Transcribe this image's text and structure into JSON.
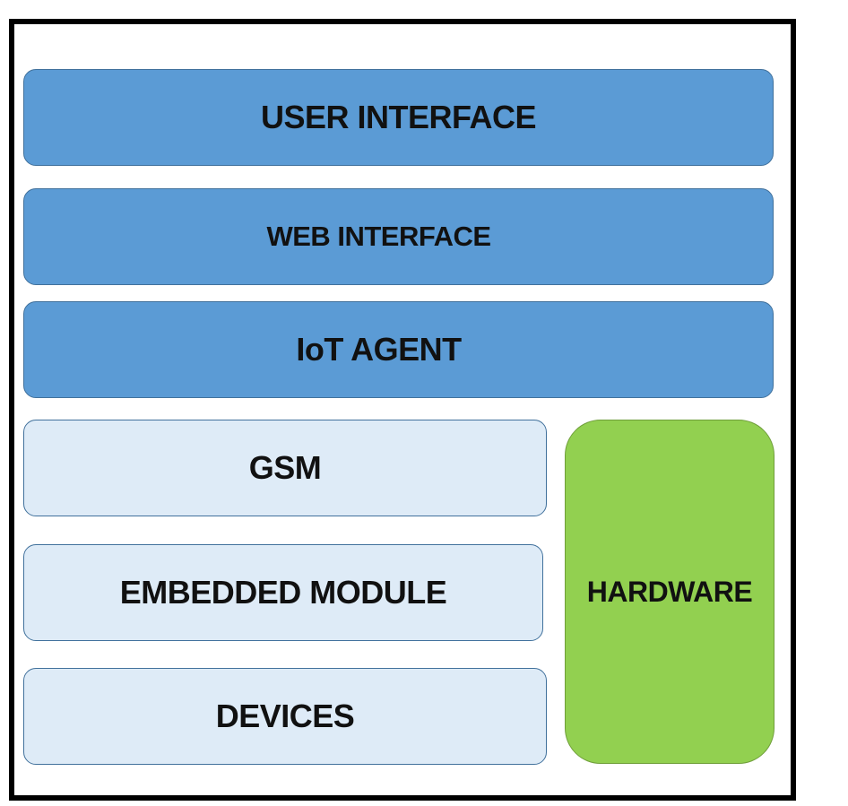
{
  "diagram": {
    "layers": {
      "user_interface": "USER INTERFACE",
      "web_interface": "WEB INTERFACE",
      "iot_agent": "IoT AGENT",
      "gsm": "GSM",
      "embedded_module": "EMBEDDED MODULE",
      "devices": "DEVICES",
      "hardware": "HARDWARE"
    },
    "colors": {
      "software_layer": "#5b9bd5",
      "device_layer": "#deebf7",
      "hardware_block": "#92d050",
      "border": "#41719c",
      "frame": "#000000"
    }
  }
}
